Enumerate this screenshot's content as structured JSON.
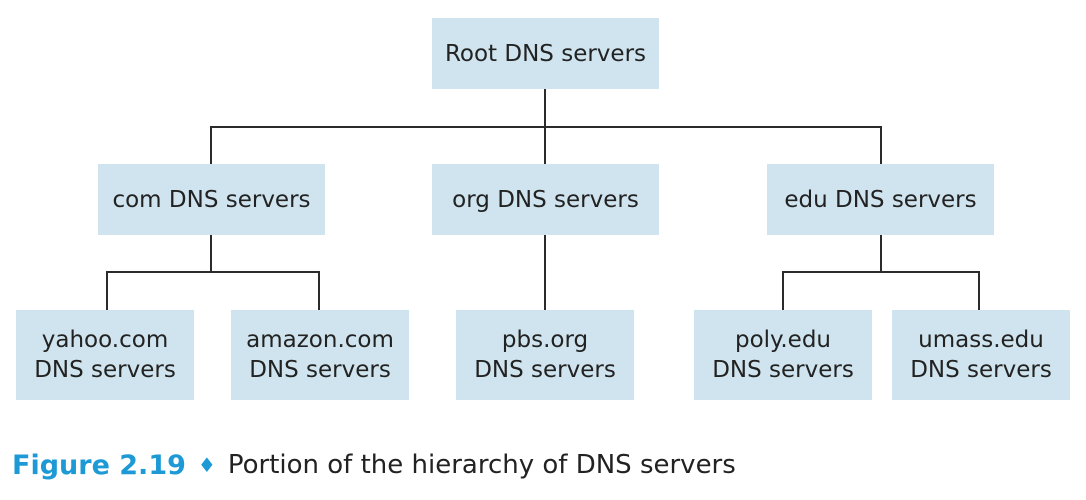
{
  "colors": {
    "node_fill": "#cfe4ee",
    "connector": "#2b2b2b",
    "caption_accent": "#1d9ad6"
  },
  "nodes": {
    "root": {
      "line1": "Root DNS servers"
    },
    "com": {
      "line1": "com DNS servers"
    },
    "org": {
      "line1": "org DNS servers"
    },
    "edu": {
      "line1": "edu DNS servers"
    },
    "yahoo": {
      "line1": "yahoo.com",
      "line2": "DNS servers"
    },
    "amazon": {
      "line1": "amazon.com",
      "line2": "DNS servers"
    },
    "pbs": {
      "line1": "pbs.org",
      "line2": "DNS servers"
    },
    "poly": {
      "line1": "poly.edu",
      "line2": "DNS servers"
    },
    "umass": {
      "line1": "umass.edu",
      "line2": "DNS servers"
    }
  },
  "edges": [
    [
      "root",
      "com"
    ],
    [
      "root",
      "org"
    ],
    [
      "root",
      "edu"
    ],
    [
      "com",
      "yahoo"
    ],
    [
      "com",
      "amazon"
    ],
    [
      "org",
      "pbs"
    ],
    [
      "edu",
      "poly"
    ],
    [
      "edu",
      "umass"
    ]
  ],
  "caption": {
    "label": "Figure 2.19",
    "separator": "♦",
    "text": "Portion of the hierarchy of DNS servers"
  }
}
